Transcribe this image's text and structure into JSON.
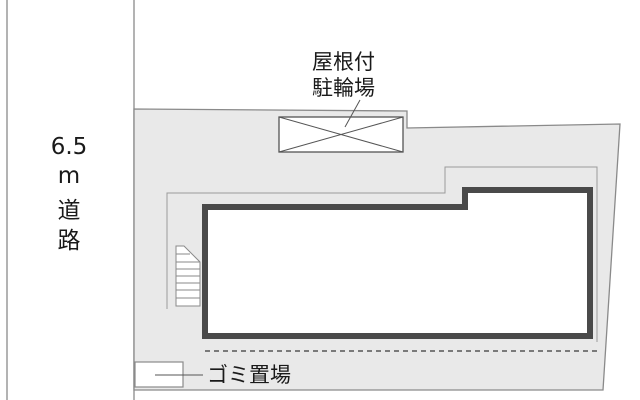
{
  "road": {
    "width_label": "6.5",
    "unit": "m",
    "char1": "道",
    "char2": "路"
  },
  "bicycle_parking": {
    "line1": "屋根付",
    "line2": "駐輪場"
  },
  "garbage": {
    "label": "ゴミ置場"
  },
  "colors": {
    "lot_fill": "#e9e9e9",
    "outline": "#8a8a8a",
    "building_wall": "#4a4a4a",
    "text": "#1a1a1a"
  }
}
